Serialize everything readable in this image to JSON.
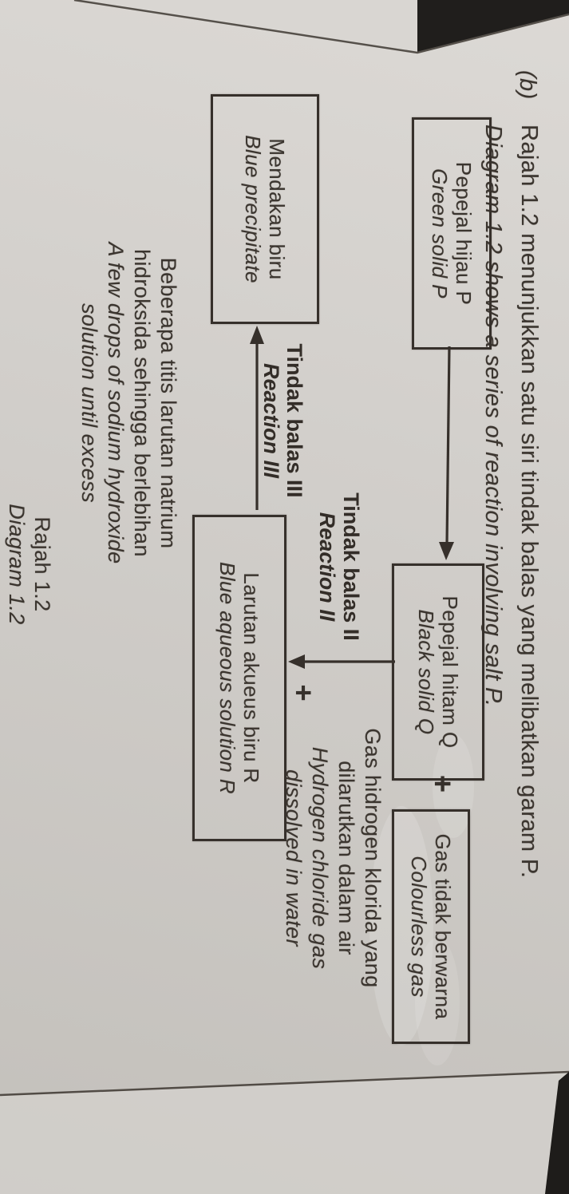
{
  "heading": {
    "label": "(b)",
    "line1_my": "Rajah 1.2 menunjukkan satu siri tindak balas yang melibatkan garam P.",
    "line2_en": "Diagram 1.2 shows a series of reaction involving salt P."
  },
  "boxes": {
    "green_solid_p": {
      "my": "Pepejal hijau P",
      "en": "Green solid P"
    },
    "black_solid_q": {
      "my": "Pepejal hitam Q",
      "en": "Black solid Q"
    },
    "colourless_gas": {
      "my": "Gas tidak berwarna",
      "en": "Colourless gas"
    },
    "blue_solution_r": {
      "my": "Larutan akueus biru R",
      "en": "Blue aqueous solution R"
    },
    "blue_precipitate": {
      "my": "Mendakan biru",
      "en": "Blue precipitate"
    }
  },
  "operators": {
    "plus_top": "+",
    "plus_mid": "+"
  },
  "labels": {
    "reaction_2": {
      "my": "Tindak balas II",
      "en": "Reaction II"
    },
    "reaction_3": {
      "my": "Tindak balas III",
      "en": "Reaction III"
    },
    "hcl_gas": {
      "my1": "Gas hidrogen klorida yang",
      "my2": "dilarutkan dalam air",
      "en1": "Hydrogen chloride gas",
      "en2": "dissolved in water"
    },
    "naoh": {
      "my1": "Beberapa titis larutan natrium",
      "my2": "hidroksida sehingga berlebihan",
      "en1": "A few drops of sodium hydroxide",
      "en2": "solution until excess"
    }
  },
  "caption": {
    "my": "Rajah 1.2",
    "en": "Diagram 1.2"
  },
  "colors": {
    "paper": "#cfccc8",
    "ink": "#36302b",
    "background": "#1b1917"
  }
}
